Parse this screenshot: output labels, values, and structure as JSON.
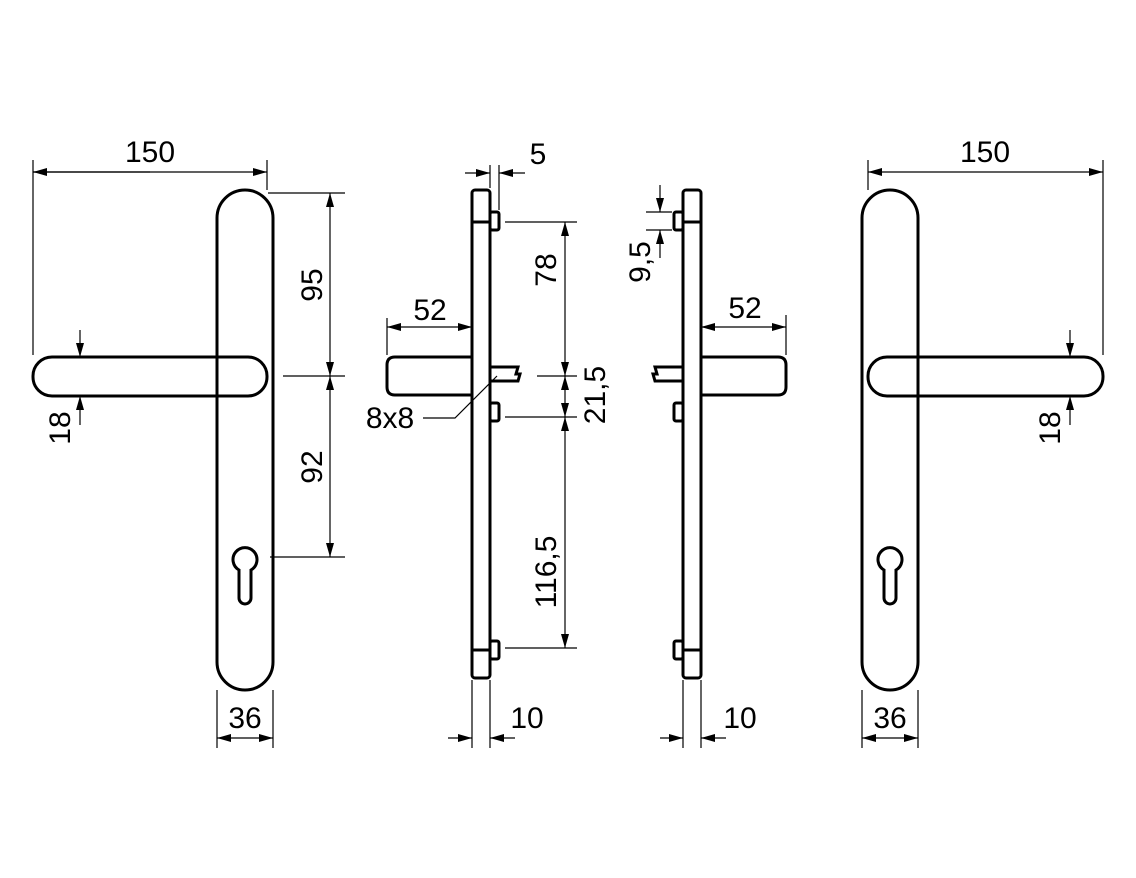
{
  "drawing": {
    "front_view": {
      "width_label": "150",
      "upper_height_label": "95",
      "lower_height_label": "92",
      "handle_thickness_label": "18",
      "plate_width_label": "36"
    },
    "side_view_left": {
      "offset_label": "5",
      "handle_projection_label": "52",
      "upper_spacing_label": "78",
      "spindle_spacing_label": "21,5",
      "lower_spacing_label": "116,5",
      "spindle_label": "8x8",
      "plate_thickness_label": "10"
    },
    "side_view_right": {
      "boss_height_label": "9,5",
      "handle_projection_label": "52",
      "plate_thickness_label": "10"
    },
    "back_view": {
      "width_label": "150",
      "handle_thickness_label": "18",
      "plate_width_label": "36"
    }
  }
}
